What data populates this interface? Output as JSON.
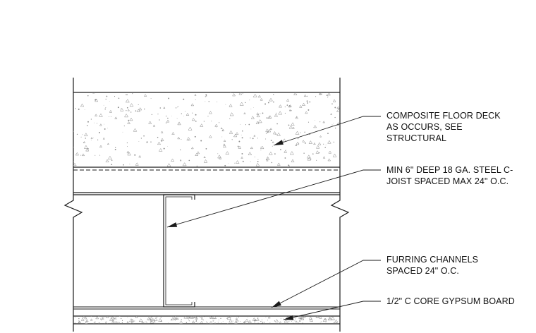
{
  "callouts": {
    "floor_deck": [
      "COMPOSITE FLOOR DECK",
      "AS OCCURS, SEE",
      "STRUCTURAL"
    ],
    "c_joist": [
      "MIN 6\" DEEP 18 GA. STEEL C-",
      "JOIST SPACED MAX 24\" O.C."
    ],
    "furring": [
      "FURRING CHANNELS",
      "SPACED 24\" O.C."
    ],
    "gypsum": [
      "1/2\" C CORE GYPSUM BOARD"
    ]
  },
  "colors": {
    "line": "#1a1a1a",
    "concrete_speckle": "#8a8a8a",
    "background": "#ffffff"
  }
}
